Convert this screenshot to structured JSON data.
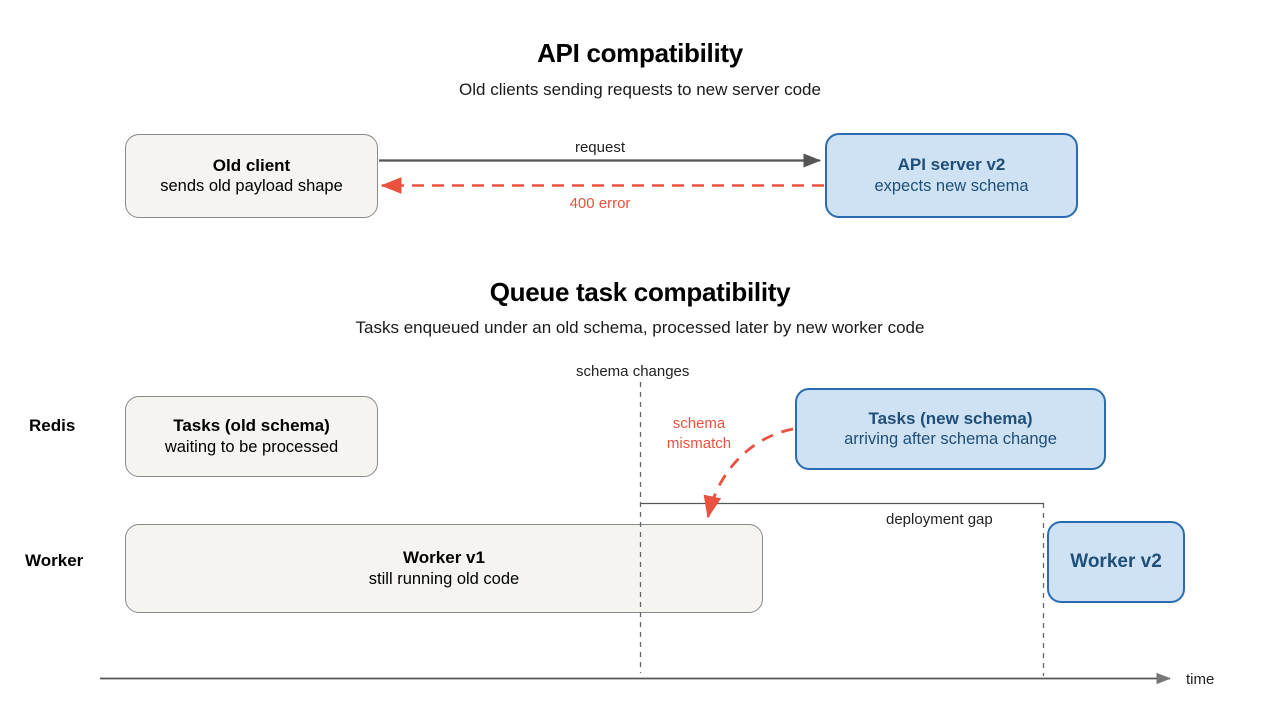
{
  "sections": [
    {
      "id": "api",
      "title": "API compatibility",
      "subtitle": "Old clients sending requests to new server code",
      "nodes": [
        {
          "name": "old-client",
          "title": "Old client",
          "subtitle": "sends old payload shape",
          "style": "gray"
        },
        {
          "name": "api-server-v2",
          "title": "API server v2",
          "subtitle": "expects new schema",
          "style": "blue"
        }
      ],
      "edges": [
        {
          "name": "request-edge",
          "label": "request",
          "style": "solid-gray"
        },
        {
          "name": "error-edge",
          "label": "400 error",
          "style": "dashed-red"
        }
      ]
    },
    {
      "id": "queue",
      "title": "Queue task compatibility",
      "subtitle": "Tasks enqueued under an old schema, processed later by new worker code",
      "lanes": [
        {
          "name": "lane-redis",
          "label": "Redis"
        },
        {
          "name": "lane-worker",
          "label": "Worker"
        }
      ],
      "nodes": [
        {
          "name": "tasks-old-schema",
          "title": "Tasks (old schema)",
          "subtitle": "waiting to be processed",
          "style": "gray"
        },
        {
          "name": "tasks-new-schema",
          "title": "Tasks (new schema)",
          "subtitle": "arriving after schema change",
          "style": "blue"
        },
        {
          "name": "worker-v1",
          "title": "Worker v1",
          "subtitle": "still running old code",
          "style": "gray"
        },
        {
          "name": "worker-v2",
          "title": "Worker v2",
          "subtitle": "",
          "style": "blue"
        }
      ],
      "markers": [
        {
          "name": "schema-changes-marker",
          "label": "schema changes"
        },
        {
          "name": "deployment-gap-marker",
          "label": "deployment gap"
        }
      ],
      "annotations": [
        {
          "name": "schema-mismatch-annotation",
          "line1": "schema",
          "line2": "mismatch"
        }
      ],
      "axis": {
        "name": "time-axis",
        "label": "time"
      }
    }
  ],
  "colors": {
    "gray_fill": "#f5f4f1",
    "gray_stroke": "#8a8a8a",
    "blue_fill": "#cfe2f3",
    "blue_stroke": "#2b6cb0",
    "blue_text": "#1f4e79",
    "red": "#e8523f",
    "arrow_gray": "#555555"
  }
}
